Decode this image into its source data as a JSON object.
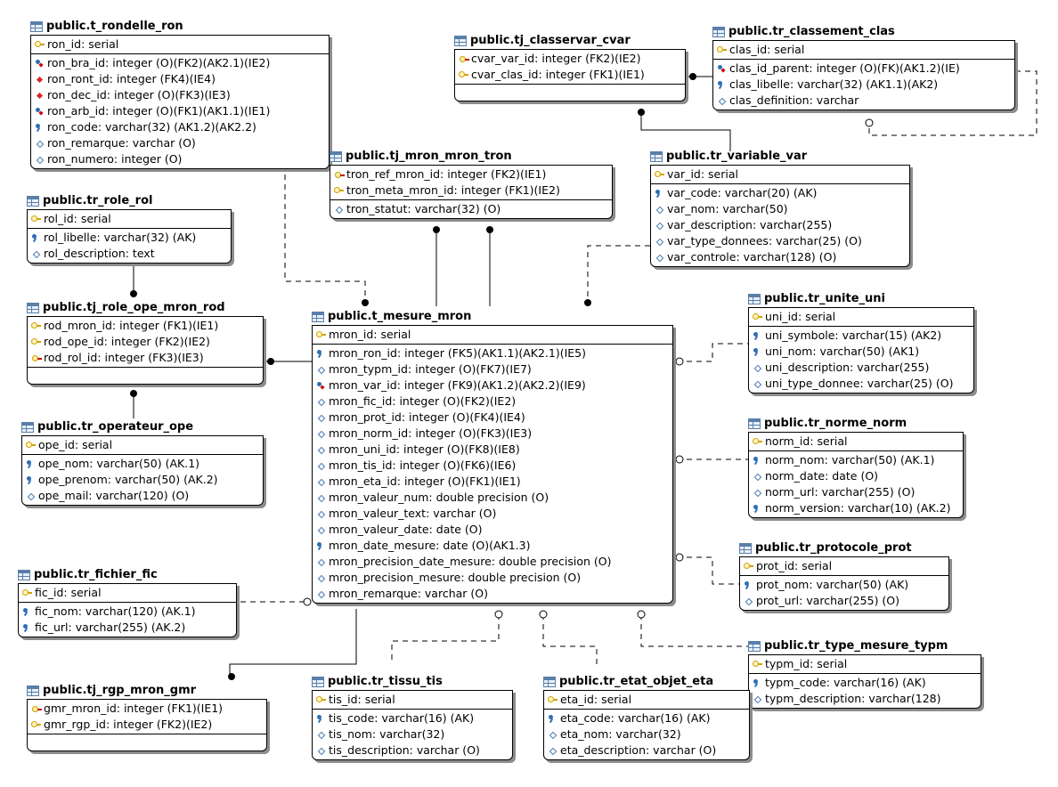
{
  "entities": {
    "ron": {
      "title": "public.t_rondelle_ron",
      "keys": [
        {
          "icon": "pk",
          "text": "ron_id: serial"
        }
      ],
      "attrs": [
        {
          "icon": "akr",
          "text": "ron_bra_id: integer (O)(FK2)(AK2.1)(IE2)"
        },
        {
          "icon": "red",
          "text": "ron_ront_id: integer (FK4)(IE4)"
        },
        {
          "icon": "red",
          "text": "ron_dec_id: integer (O)(FK3)(IE3)"
        },
        {
          "icon": "akr",
          "text": "ron_arb_id: integer (O)(FK1)(AK1.1)(IE1)"
        },
        {
          "icon": "ak",
          "text": "ron_code: varchar(32) (AK1.2)(AK2.2)"
        },
        {
          "icon": "dia",
          "text": "ron_remarque: varchar (O)"
        },
        {
          "icon": "dia",
          "text": "ron_numero: integer (O)"
        }
      ]
    },
    "rol": {
      "title": "public.tr_role_rol",
      "keys": [
        {
          "icon": "pk",
          "text": "rol_id: serial"
        }
      ],
      "attrs": [
        {
          "icon": "ak",
          "text": "rol_libelle: varchar(32) (AK)"
        },
        {
          "icon": "dia",
          "text": "rol_description: text"
        }
      ]
    },
    "rod": {
      "title": "public.tj_role_ope_mron_rod",
      "keys": [
        {
          "icon": "pk",
          "text": "rod_mron_id: integer (FK1)(IE1)"
        },
        {
          "icon": "pk",
          "text": "rod_ope_id: integer (FK2)(IE2)"
        },
        {
          "icon": "fk",
          "text": "rod_rol_id: integer (FK3)(IE3)"
        }
      ],
      "attrs": []
    },
    "ope": {
      "title": "public.tr_operateur_ope",
      "keys": [
        {
          "icon": "pk",
          "text": "ope_id: serial"
        }
      ],
      "attrs": [
        {
          "icon": "ak",
          "text": "ope_nom: varchar(50) (AK.1)"
        },
        {
          "icon": "ak",
          "text": "ope_prenom: varchar(50) (AK.2)"
        },
        {
          "icon": "dia",
          "text": "ope_mail: varchar(120) (O)"
        }
      ]
    },
    "fic": {
      "title": "public.tr_fichier_fic",
      "keys": [
        {
          "icon": "pk",
          "text": "fic_id: serial"
        }
      ],
      "attrs": [
        {
          "icon": "ak",
          "text": "fic_nom: varchar(120) (AK.1)"
        },
        {
          "icon": "ak",
          "text": "fic_url: varchar(255) (AK.2)"
        }
      ]
    },
    "gmr": {
      "title": "public.tj_rgp_mron_gmr",
      "keys": [
        {
          "icon": "fk",
          "text": "gmr_mron_id: integer (FK1)(IE1)"
        },
        {
          "icon": "pk",
          "text": "gmr_rgp_id: integer (FK2)(IE2)"
        }
      ],
      "attrs": []
    },
    "cvar": {
      "title": "public.tj_classervar_cvar",
      "keys": [
        {
          "icon": "fk",
          "text": "cvar_var_id: integer (FK2)(IE2)"
        },
        {
          "icon": "pk",
          "text": "cvar_clas_id: integer (FK1)(IE1)"
        }
      ],
      "attrs": []
    },
    "clas": {
      "title": "public.tr_classement_clas",
      "keys": [
        {
          "icon": "pk",
          "text": "clas_id: serial"
        }
      ],
      "attrs": [
        {
          "icon": "akr",
          "text": "clas_id_parent: integer (O)(FK)(AK1.2)(IE)"
        },
        {
          "icon": "ak",
          "text": "clas_libelle: varchar(32) (AK1.1)(AK2)"
        },
        {
          "icon": "dia",
          "text": "clas_definition: varchar"
        }
      ]
    },
    "tron": {
      "title": "public.tj_mron_mron_tron",
      "keys": [
        {
          "icon": "fk",
          "text": "tron_ref_mron_id: integer (FK2)(IE1)"
        },
        {
          "icon": "pk",
          "text": "tron_meta_mron_id: integer (FK1)(IE2)"
        }
      ],
      "attrs": [
        {
          "icon": "dia",
          "text": "tron_statut: varchar(32) (O)"
        }
      ]
    },
    "var": {
      "title": "public.tr_variable_var",
      "keys": [
        {
          "icon": "pk",
          "text": "var_id: serial"
        }
      ],
      "attrs": [
        {
          "icon": "ak",
          "text": "var_code: varchar(20) (AK)"
        },
        {
          "icon": "dia",
          "text": "var_nom: varchar(50)"
        },
        {
          "icon": "dia",
          "text": "var_description: varchar(255)"
        },
        {
          "icon": "dia",
          "text": "var_type_donnees: varchar(25) (O)"
        },
        {
          "icon": "dia",
          "text": "var_controle: varchar(128) (O)"
        }
      ]
    },
    "mron": {
      "title": "public.t_mesure_mron",
      "keys": [
        {
          "icon": "pk",
          "text": "mron_id: serial"
        }
      ],
      "attrs": [
        {
          "icon": "ak",
          "text": "mron_ron_id: integer (FK5)(AK1.1)(AK2.1)(IE5)"
        },
        {
          "icon": "dia",
          "text": "mron_typm_id: integer (O)(FK7)(IE7)"
        },
        {
          "icon": "akr",
          "text": "mron_var_id: integer (FK9)(AK1.2)(AK2.2)(IE9)"
        },
        {
          "icon": "dia",
          "text": "mron_fic_id: integer (O)(FK2)(IE2)"
        },
        {
          "icon": "dia",
          "text": "mron_prot_id: integer (O)(FK4)(IE4)"
        },
        {
          "icon": "dia",
          "text": "mron_norm_id: integer (O)(FK3)(IE3)"
        },
        {
          "icon": "dia",
          "text": "mron_uni_id: integer (O)(FK8)(IE8)"
        },
        {
          "icon": "dia",
          "text": "mron_tis_id: integer (O)(FK6)(IE6)"
        },
        {
          "icon": "dia",
          "text": "mron_eta_id: integer (O)(FK1)(IE1)"
        },
        {
          "icon": "dia",
          "text": "mron_valeur_num: double precision (O)"
        },
        {
          "icon": "dia",
          "text": "mron_valeur_text: varchar (O)"
        },
        {
          "icon": "dia",
          "text": "mron_valeur_date: date (O)"
        },
        {
          "icon": "ak",
          "text": "mron_date_mesure: date (O)(AK1.3)"
        },
        {
          "icon": "dia",
          "text": "mron_precision_date_mesure: double precision (O)"
        },
        {
          "icon": "dia",
          "text": "mron_precision_mesure: double precision (O)"
        },
        {
          "icon": "dia",
          "text": "mron_remarque: varchar (O)"
        }
      ]
    },
    "uni": {
      "title": "public.tr_unite_uni",
      "keys": [
        {
          "icon": "pk",
          "text": "uni_id: serial"
        }
      ],
      "attrs": [
        {
          "icon": "ak",
          "text": "uni_symbole: varchar(15) (AK2)"
        },
        {
          "icon": "ak",
          "text": "uni_nom: varchar(50) (AK1)"
        },
        {
          "icon": "dia",
          "text": "uni_description: varchar(255)"
        },
        {
          "icon": "dia",
          "text": "uni_type_donnee: varchar(25) (O)"
        }
      ]
    },
    "norm": {
      "title": "public.tr_norme_norm",
      "keys": [
        {
          "icon": "pk",
          "text": "norm_id: serial"
        }
      ],
      "attrs": [
        {
          "icon": "ak",
          "text": "norm_nom: varchar(50) (AK.1)"
        },
        {
          "icon": "dia",
          "text": "norm_date: date (O)"
        },
        {
          "icon": "dia",
          "text": "norm_url: varchar(255) (O)"
        },
        {
          "icon": "ak",
          "text": "norm_version: varchar(10) (AK.2)"
        }
      ]
    },
    "prot": {
      "title": "public.tr_protocole_prot",
      "keys": [
        {
          "icon": "pk",
          "text": "prot_id: serial"
        }
      ],
      "attrs": [
        {
          "icon": "ak",
          "text": "prot_nom: varchar(50) (AK)"
        },
        {
          "icon": "dia",
          "text": "prot_url: varchar(255) (O)"
        }
      ]
    },
    "typm": {
      "title": "public.tr_type_mesure_typm",
      "keys": [
        {
          "icon": "pk",
          "text": "typm_id: serial"
        }
      ],
      "attrs": [
        {
          "icon": "ak",
          "text": "typm_code: varchar(16) (AK)"
        },
        {
          "icon": "dia",
          "text": "typm_description: varchar(128)"
        }
      ]
    },
    "tis": {
      "title": "public.tr_tissu_tis",
      "keys": [
        {
          "icon": "pk",
          "text": "tis_id: serial"
        }
      ],
      "attrs": [
        {
          "icon": "ak",
          "text": "tis_code: varchar(16) (AK)"
        },
        {
          "icon": "dia",
          "text": "tis_nom: varchar(32)"
        },
        {
          "icon": "dia",
          "text": "tis_description: varchar (O)"
        }
      ]
    },
    "eta": {
      "title": "public.tr_etat_objet_eta",
      "keys": [
        {
          "icon": "pk",
          "text": "eta_id: serial"
        }
      ],
      "attrs": [
        {
          "icon": "ak",
          "text": "eta_code: varchar(16) (AK)"
        },
        {
          "icon": "dia",
          "text": "eta_nom: varchar(32)"
        },
        {
          "icon": "dia",
          "text": "eta_description: varchar (O)"
        }
      ]
    }
  }
}
